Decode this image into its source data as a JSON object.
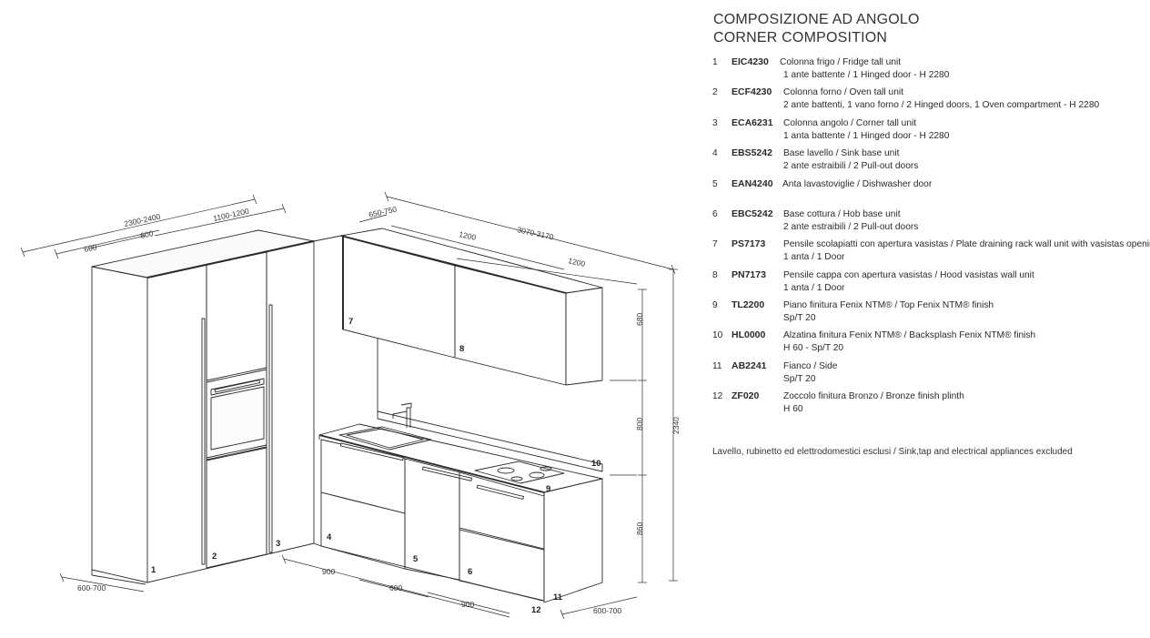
{
  "title": {
    "line1": "COMPOSIZIONE AD ANGOLO",
    "line2": "CORNER COMPOSITION"
  },
  "items": [
    {
      "n": "1",
      "code": "EIC4230",
      "desc": "Colonna frigo / Fridge tall unit",
      "detail": "1 ante battente / 1 Hinged door - H 2280"
    },
    {
      "n": "2",
      "code": "ECF4230",
      "desc": "Colonna forno / Oven tall unit",
      "detail": "2 ante battenti, 1 vano forno / 2 Hinged doors, 1 Oven compartment - H 2280"
    },
    {
      "n": "3",
      "code": "ECA6231",
      "desc": "Colonna angolo / Corner tall unit",
      "detail": "1 anta battente / 1 Hinged door - H 2280"
    },
    {
      "n": "4",
      "code": "EBS5242",
      "desc": "Base lavello / Sink base unit",
      "detail": "2 ante estraibili / 2 Pull-out doors"
    },
    {
      "n": "5",
      "code": "EAN4240",
      "desc": "Anta lavastoviglie / Dishwasher door",
      "detail": ""
    },
    {
      "n": "6",
      "code": "EBC5242",
      "desc": "Base cottura / Hob base unit",
      "detail": "2 ante estraibili / 2 Pull-out doors"
    },
    {
      "n": "7",
      "code": "PS7173",
      "desc": "Pensile scolapiatti con apertura vasistas / Plate draining rack wall unit with vasistas opening",
      "detail": "1 anta / 1 Door"
    },
    {
      "n": "8",
      "code": "PN7173",
      "desc": "Pensile cappa con apertura vasistas / Hood vasistas wall unit",
      "detail": "1 anta / 1 Door"
    },
    {
      "n": "9",
      "code": "TL2200",
      "desc": "Piano finitura Fenix NTM® / Top Fenix NTM® finish",
      "detail": "Sp/T 20"
    },
    {
      "n": "10",
      "code": "HL0000",
      "desc": "Alzatina finitura Fenix NTM® / Backsplash Fenix NTM® finish",
      "detail": "H 60 - Sp/T 20"
    },
    {
      "n": "11",
      "code": "AB2241",
      "desc": "Fianco / Side",
      "detail": "Sp/T 20"
    },
    {
      "n": "12",
      "code": "ZF020",
      "desc": "Zoccolo finitura Bronzo / Bronze finish plinth",
      "detail": "H 60"
    }
  ],
  "note": "Lavello, rubinetto ed elettrodomestici esclusi / Sink,tap and electrical appliances excluded",
  "dimensions": {
    "d_2300_2400": "2300-2400",
    "d_600_a": "600",
    "d_600_b": "600",
    "d_1100_1200": "1100-1200",
    "d_650_750": "650-750",
    "d_3070_3170": "3070-3170",
    "d_1200_a": "1200",
    "d_1200_b": "1200",
    "d_680": "680",
    "d_800": "800",
    "d_860": "860",
    "d_2340": "2340",
    "d_600_700_left": "600-700",
    "d_900_a": "900",
    "d_600_c": "600",
    "d_900_b": "900",
    "d_600_700_right": "600-700"
  },
  "labels": {
    "l1": "1",
    "l2": "2",
    "l3": "3",
    "l4": "4",
    "l5": "5",
    "l6": "6",
    "l7": "7",
    "l8": "8",
    "l9": "9",
    "l10": "10",
    "l11": "11",
    "l12": "12"
  }
}
